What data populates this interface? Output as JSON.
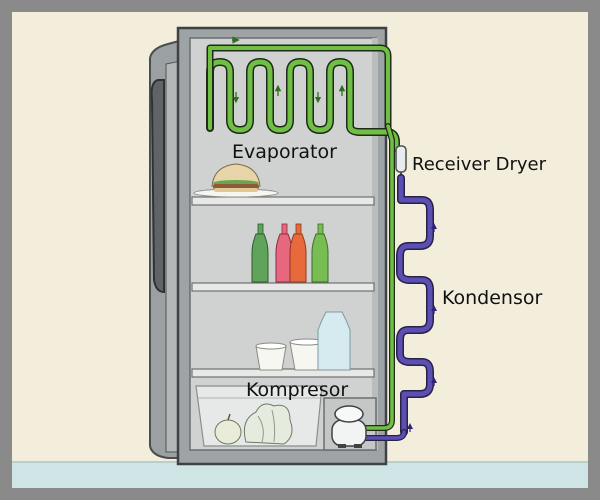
{
  "labels": {
    "evaporator": "Evaporator",
    "receiver_dryer": "Receiver Dryer",
    "kondensor": "Kondensor",
    "kompresor": "Kompresor"
  },
  "colors": {
    "frame": "#8a8a8a",
    "background": "#f3eddc",
    "floor": "#cfe4e4",
    "fridge_body": "#9ea3a5",
    "fridge_interior": "#cfd2d0",
    "evaporator_pipe": "#6fbf45",
    "condenser_pipe": "#5b4fb3",
    "pipe_outline": "#1f2a18",
    "bottle_green": "#5fa45a",
    "bottle_pink": "#e7677f",
    "bottle_orange": "#e86a3c",
    "bottle_lime": "#78bd52"
  },
  "icons": {
    "food": "burger-icon",
    "bottles": "bottle-icon",
    "cups": "cup-icon",
    "vegetables": "vegetable-icon",
    "compressor": "compressor-icon",
    "dryer": "receiver-dryer-icon"
  }
}
